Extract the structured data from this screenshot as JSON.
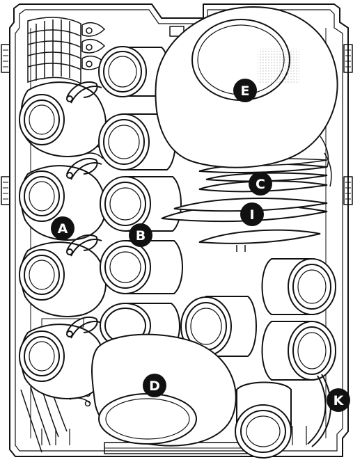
{
  "figure": {
    "labels": {
      "a": "A",
      "b": "B",
      "c": "C",
      "d": "D",
      "e": "E",
      "i": "I",
      "k": "K"
    }
  }
}
